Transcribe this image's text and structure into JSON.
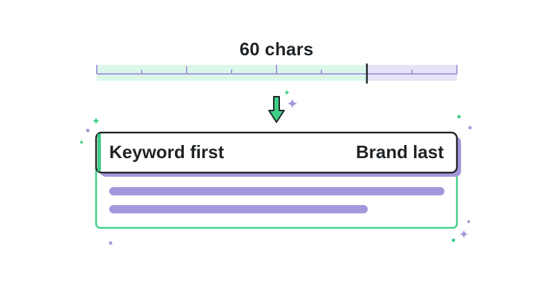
{
  "scale": {
    "label": "60 chars",
    "fill_fraction": 0.75
  },
  "title_bar": {
    "left_label": "Keyword first",
    "right_label": "Brand last"
  },
  "description_lines": 2,
  "colors": {
    "accent_green": "#3ecf86",
    "light_green": "#dbf7ea",
    "accent_purple": "#a597db",
    "light_purple": "#e7e2f7",
    "ink": "#1f2326"
  },
  "icons": [
    "down-arrow-icon",
    "sparkle-icon",
    "dot-icon"
  ]
}
